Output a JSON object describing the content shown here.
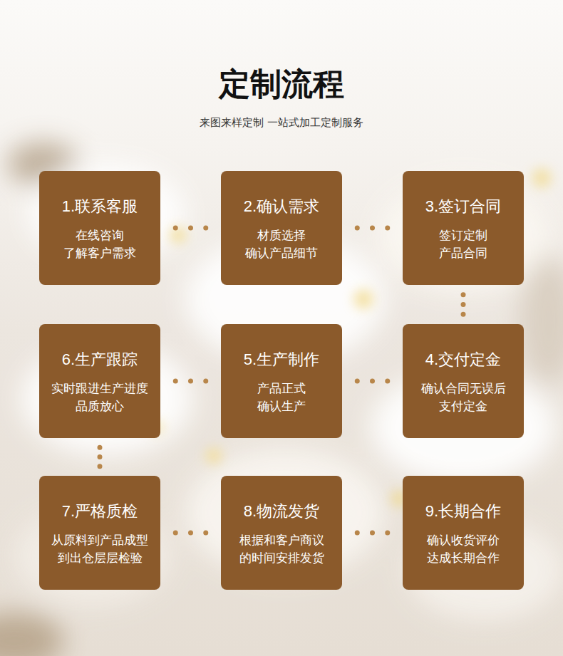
{
  "diagram": {
    "title": "定制流程",
    "nodes": [
      {
        "text": [
          "1.联系客服",
          "在线咨询 了解客户需求"
        ]
      },
      {
        "text": [
          "2.确认需求",
          "材质选择 确认产品细节"
        ]
      },
      {
        "text": [
          "3.签订合同",
          "签订定制 产品合同"
        ]
      },
      {
        "text": [
          "4.交付定金",
          "确认合同无误后 支付定金"
        ]
      },
      {
        "text": [
          "5.生产制作",
          "产品正式 确认生产"
        ]
      },
      {
        "text": [
          "6.生产跟踪",
          "实时跟进生产进度 品质放心"
        ]
      },
      {
        "text": [
          "7.严格质检",
          "从原料到产品成型 到出仓层层检验"
        ]
      },
      {
        "text": [
          "8.物流发货",
          "根据和客户商议 的时间安排发货"
        ]
      },
      {
        "text": [
          "9.长期合作",
          "确认收货评价 达成长期合作"
        ]
      }
    ],
    "edges": [
      {
        "from": 0,
        "to": 1,
        "arrow": "none"
      },
      {
        "from": 1,
        "to": 2,
        "arrow": "none"
      },
      {
        "from": 2,
        "to": 3,
        "arrow": "none"
      },
      {
        "from": 3,
        "to": 4,
        "arrow": "none"
      },
      {
        "from": 4,
        "to": 5,
        "arrow": "none"
      },
      {
        "from": 5,
        "to": 6,
        "arrow": "none"
      },
      {
        "from": 6,
        "to": 7,
        "arrow": "none"
      },
      {
        "from": 7,
        "to": 8,
        "arrow": "none"
      }
    ],
    "labels": [
      "来图来样定制 一站式加工定制服务"
    ]
  }
}
